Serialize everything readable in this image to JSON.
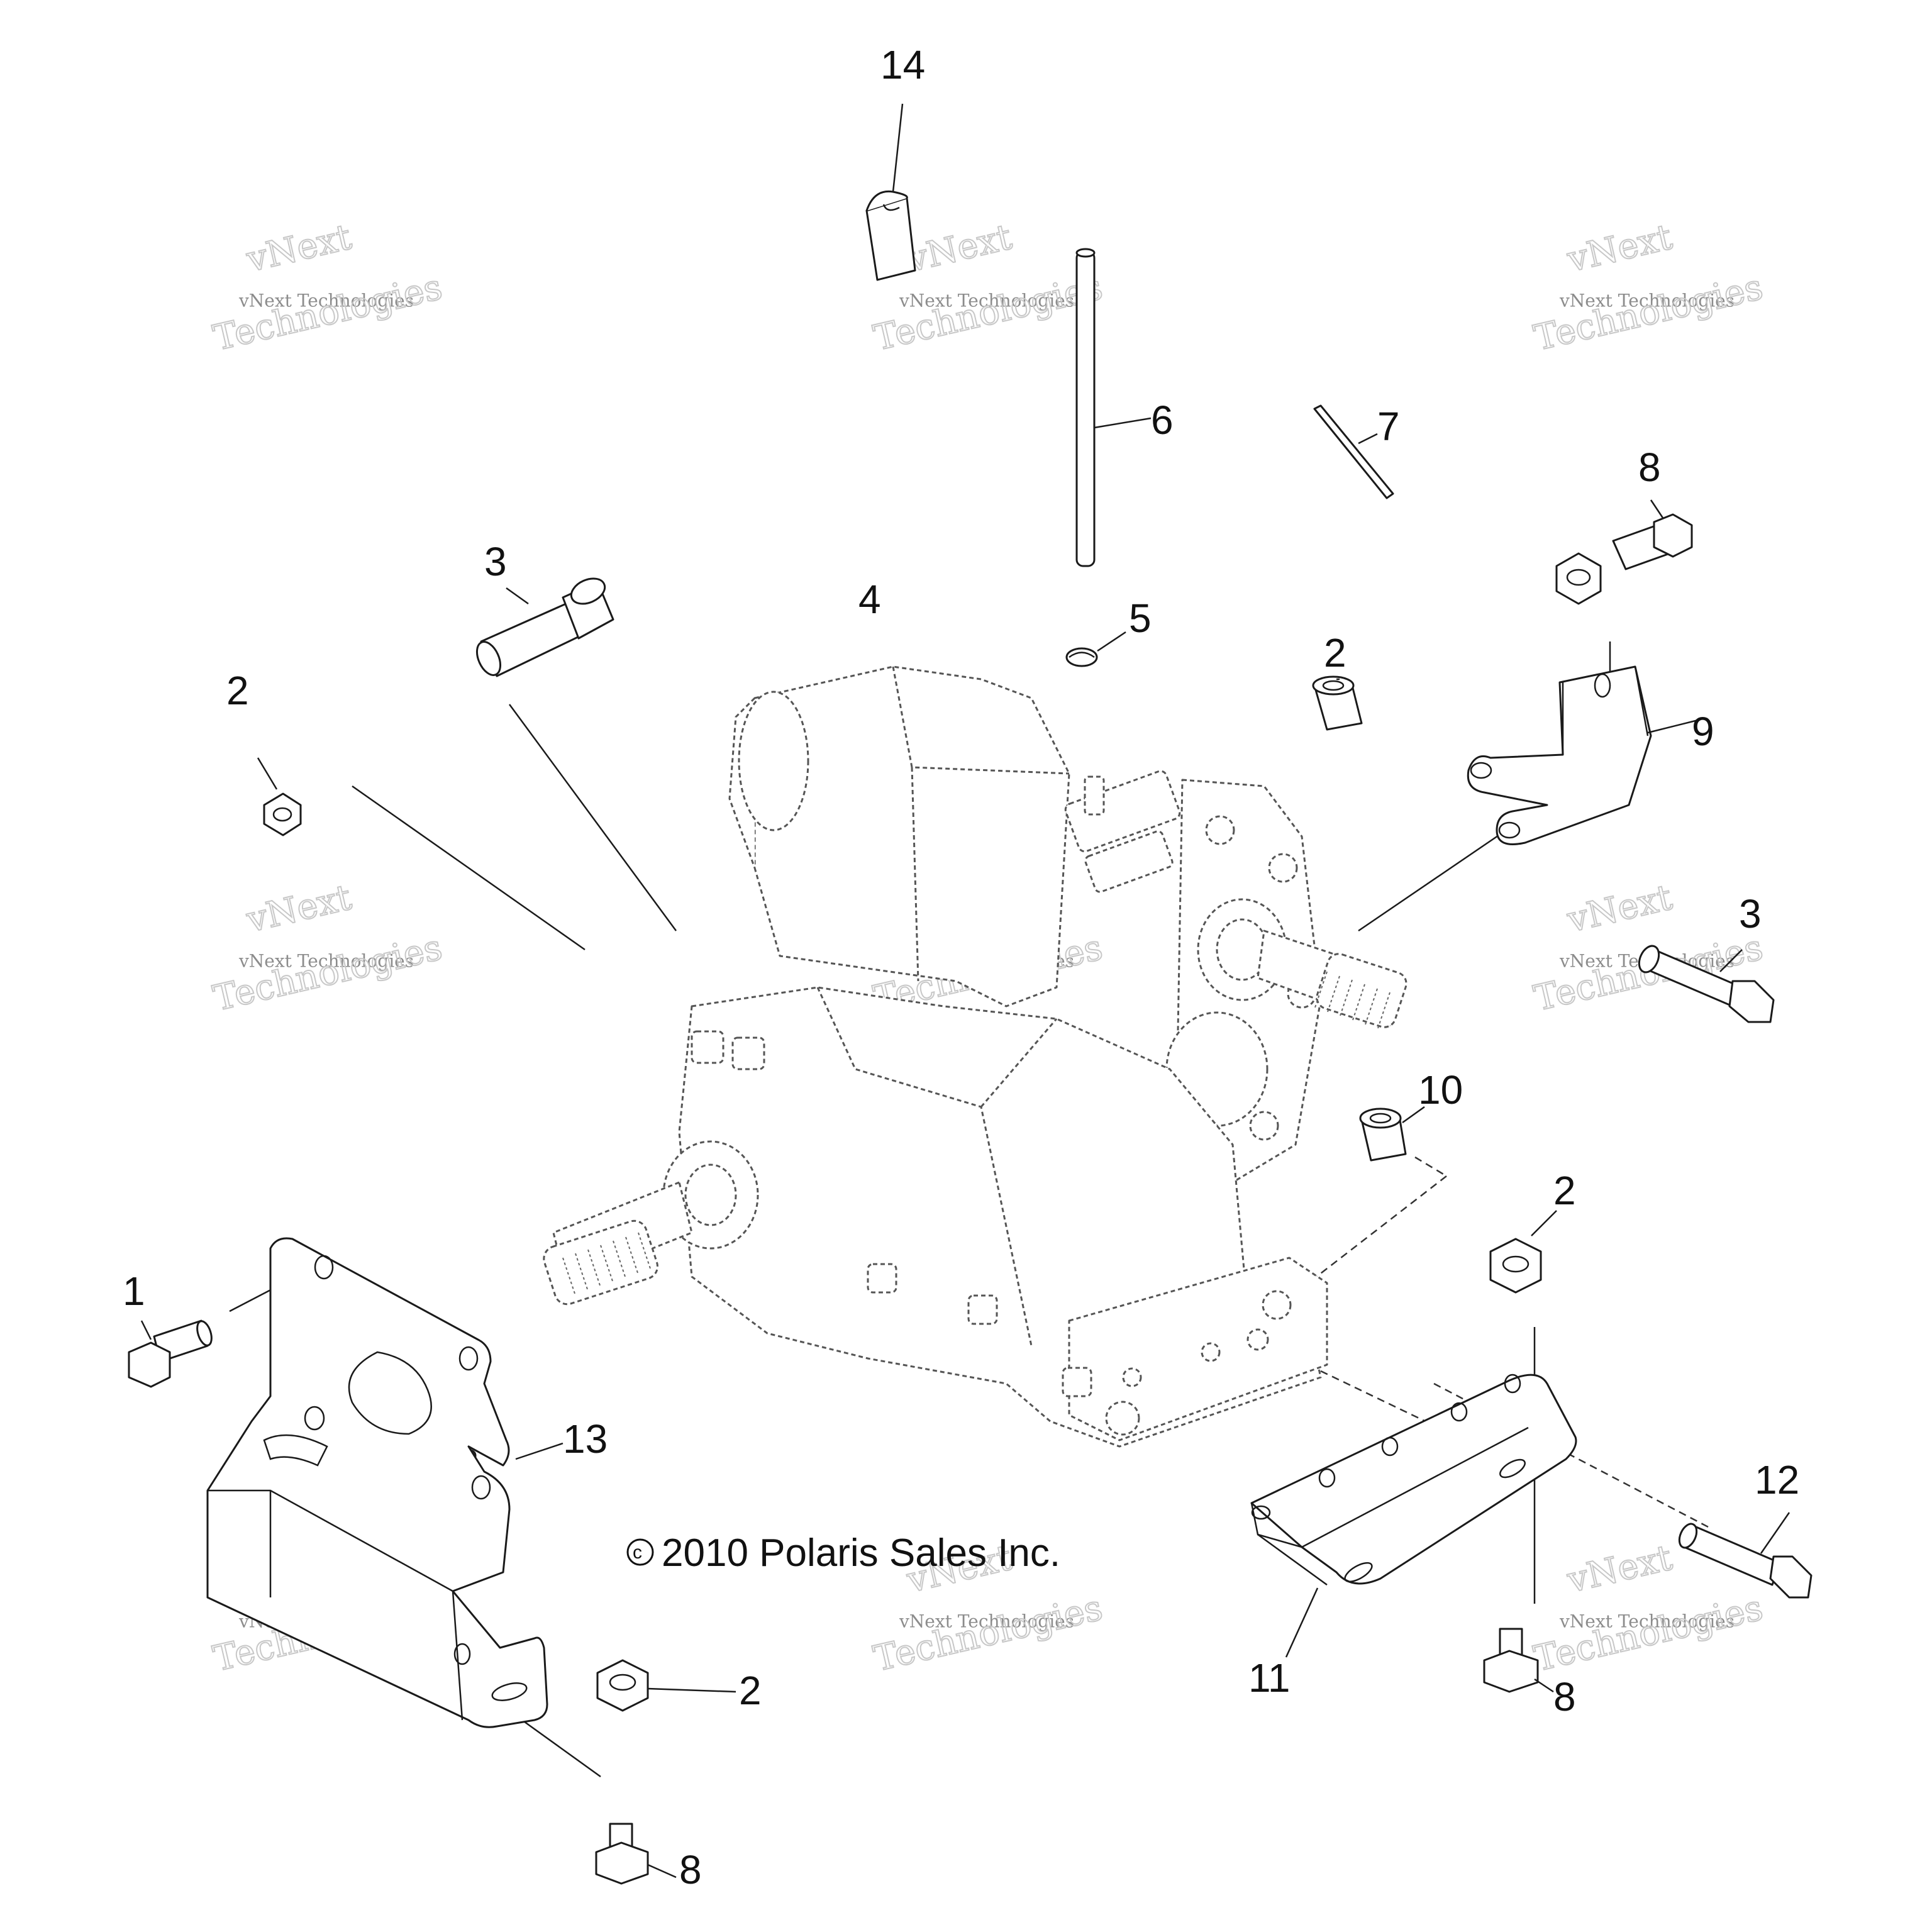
{
  "callouts": {
    "c1": "1",
    "c2a": "2",
    "c2b": "2",
    "c2c": "2",
    "c2d": "2",
    "c3a": "3",
    "c3b": "3",
    "c4": "4",
    "c5": "5",
    "c6": "6",
    "c7": "7",
    "c8a": "8",
    "c8b": "8",
    "c8c": "8",
    "c9": "9",
    "c10": "10",
    "c11": "11",
    "c12": "12",
    "c13": "13",
    "c14": "14"
  },
  "copyright": {
    "symbol": "c",
    "text": "2010 Polaris Sales Inc."
  },
  "watermark": {
    "line_small": "vNext Technologies",
    "line_big_1": "vNext",
    "line_big_2": "Technologies"
  }
}
